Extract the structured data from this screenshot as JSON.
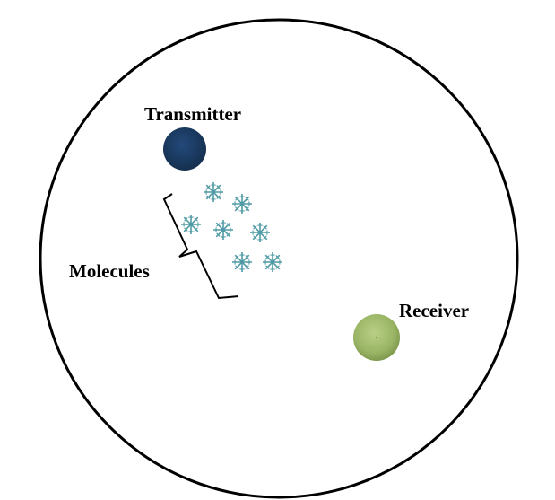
{
  "diagram": {
    "transmitter": {
      "label": "Transmitter",
      "color": "#1b3a63"
    },
    "receiver": {
      "label": "Receiver",
      "color": "#9ab565"
    },
    "molecules": {
      "label": "Molecules",
      "count": 7,
      "color": "#4f9aa5",
      "icon": "snowflake-star-icon"
    },
    "boundary": {
      "shape": "circle",
      "color": "#000000"
    }
  }
}
